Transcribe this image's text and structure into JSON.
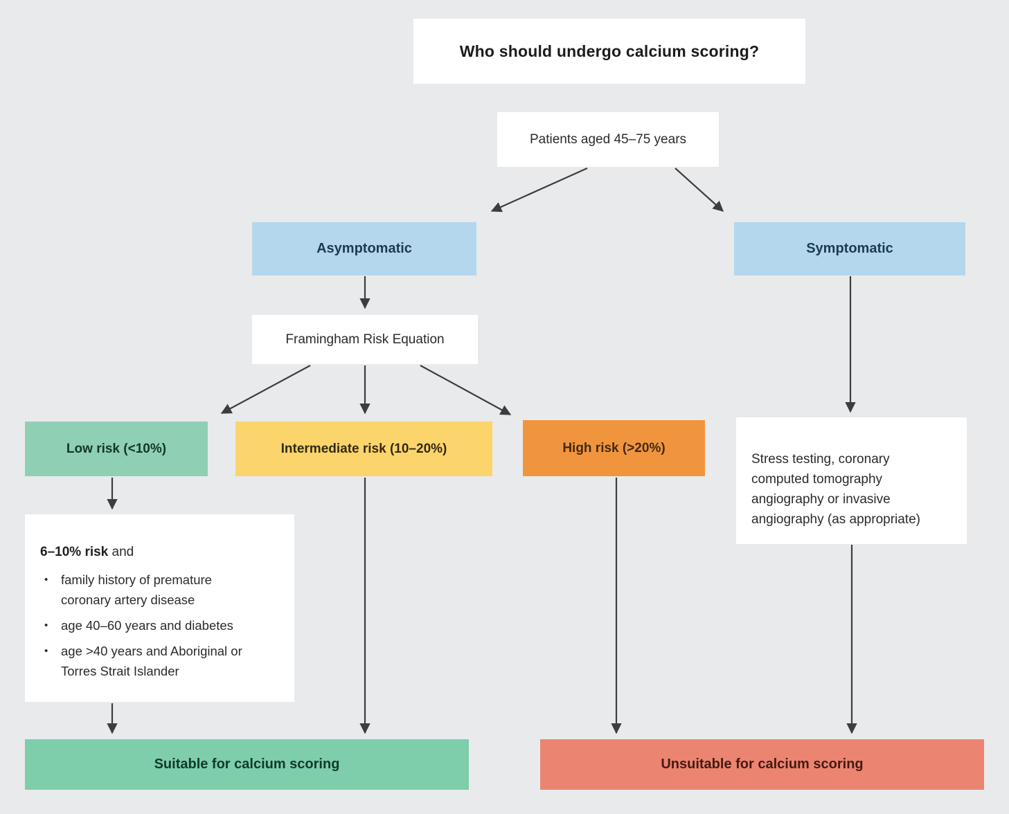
{
  "title": "Who should undergo calcium scoring?",
  "nodes": {
    "patients": "Patients aged 45–75 years",
    "asymptomatic": "Asymptomatic",
    "symptomatic": "Symptomatic",
    "framingham": "Framingham Risk Equation",
    "low_risk": "Low risk (<10%)",
    "intermediate_risk": "Intermediate risk (10–20%)",
    "high_risk": "High risk (>20%)",
    "stress_lines": [
      "Stress testing, coronary",
      "computed tomography",
      "angiography or invasive",
      "angiography (as appropriate)"
    ],
    "low_risk_detail": {
      "heading_bold": "6–10% risk",
      "heading_rest": " and",
      "bullets": [
        "family history of premature coronary artery disease",
        "age 40–60 years and diabetes",
        "age >40 years and Aboriginal or Torres Strait Islander"
      ]
    },
    "suitable": "Suitable for calcium scoring",
    "unsuitable": "Unsuitable for calcium scoring"
  },
  "colors": {
    "background": "#e9eaec",
    "box_white": "#ffffff",
    "box_blue": "#b4d7ee",
    "box_green": "#8fd0b4",
    "box_yellow": "#fbd46c",
    "box_orange": "#f0953e",
    "bar_green": "#7ecdab",
    "bar_salmon": "#ec8472",
    "arrow": "#3d3d3d"
  }
}
